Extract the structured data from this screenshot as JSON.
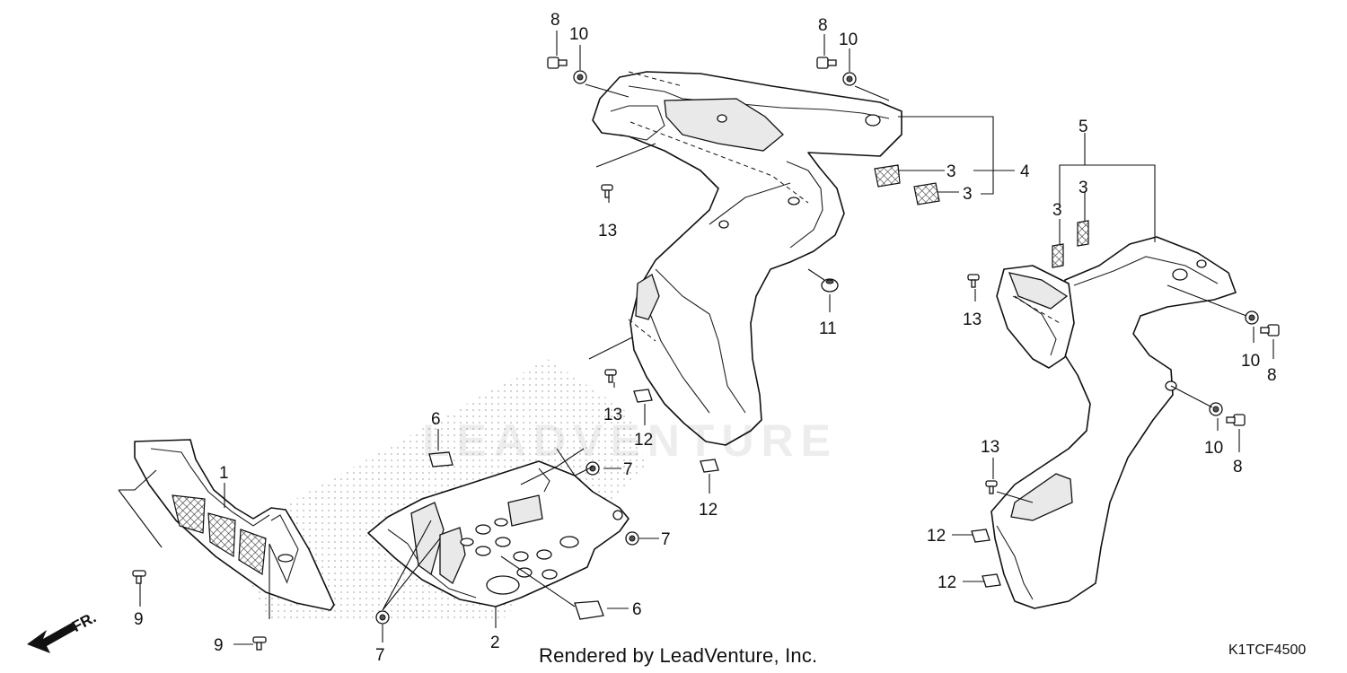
{
  "diagram": {
    "callouts": [
      {
        "id": "c1",
        "label": "1"
      },
      {
        "id": "c2",
        "label": "2"
      },
      {
        "id": "c3a",
        "label": "3"
      },
      {
        "id": "c3b",
        "label": "3"
      },
      {
        "id": "c3c",
        "label": "3"
      },
      {
        "id": "c3d",
        "label": "3"
      },
      {
        "id": "c4",
        "label": "4"
      },
      {
        "id": "c5",
        "label": "5"
      },
      {
        "id": "c6a",
        "label": "6"
      },
      {
        "id": "c6b",
        "label": "6"
      },
      {
        "id": "c7a",
        "label": "7"
      },
      {
        "id": "c7b",
        "label": "7"
      },
      {
        "id": "c7c",
        "label": "7"
      },
      {
        "id": "c8a",
        "label": "8"
      },
      {
        "id": "c8b",
        "label": "8"
      },
      {
        "id": "c8c",
        "label": "8"
      },
      {
        "id": "c8d",
        "label": "8"
      },
      {
        "id": "c9a",
        "label": "9"
      },
      {
        "id": "c9b",
        "label": "9"
      },
      {
        "id": "c10a",
        "label": "10"
      },
      {
        "id": "c10b",
        "label": "10"
      },
      {
        "id": "c10c",
        "label": "10"
      },
      {
        "id": "c10d",
        "label": "10"
      },
      {
        "id": "c11",
        "label": "11"
      },
      {
        "id": "c12a",
        "label": "12"
      },
      {
        "id": "c12b",
        "label": "12"
      },
      {
        "id": "c12c",
        "label": "12"
      },
      {
        "id": "c12d",
        "label": "12"
      },
      {
        "id": "c13a",
        "label": "13"
      },
      {
        "id": "c13b",
        "label": "13"
      },
      {
        "id": "c13c",
        "label": "13"
      },
      {
        "id": "c13d",
        "label": "13"
      }
    ],
    "front_arrow_label": "FR.",
    "watermark": "LEADVENTURE"
  },
  "footer": {
    "credit": "Rendered by LeadVenture, Inc.",
    "diagram_code": "K1TCF4500"
  }
}
